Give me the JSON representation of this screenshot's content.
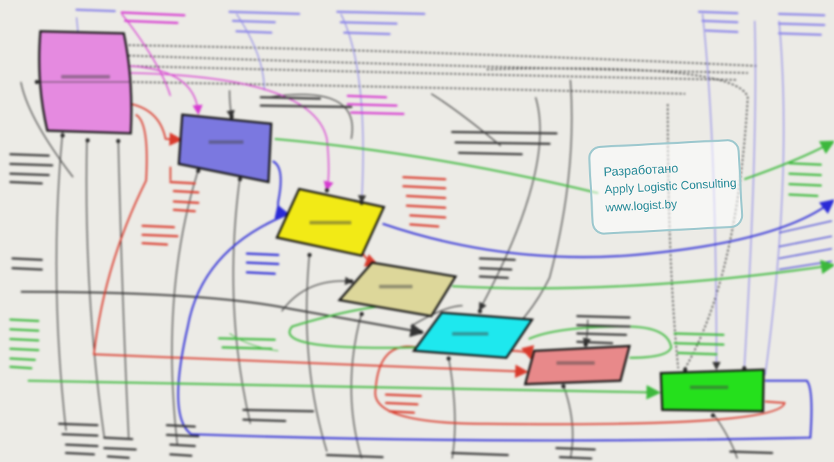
{
  "diagram": {
    "boxes": [
      {
        "id": "plan",
        "color": "#e58ae0"
      },
      {
        "id": "buy",
        "color": "#7b78e0"
      },
      {
        "id": "organize",
        "color": "#f2ea16"
      },
      {
        "id": "transport",
        "color": "#ddd79a"
      },
      {
        "id": "store",
        "color": "#1ee8ee"
      },
      {
        "id": "produce",
        "color": "#e8898a"
      },
      {
        "id": "ship",
        "color": "#25e01c"
      }
    ],
    "colors": {
      "red": "#d93a2c",
      "blue": "#2a2ad6",
      "green": "#3cb83c",
      "magenta": "#d63ad0",
      "black": "#333333",
      "violet": "#8a84e8"
    }
  },
  "watermark": {
    "line1": "Разработано",
    "line2": "Apply Logistic Consulting",
    "line3": "www.logist.by"
  }
}
